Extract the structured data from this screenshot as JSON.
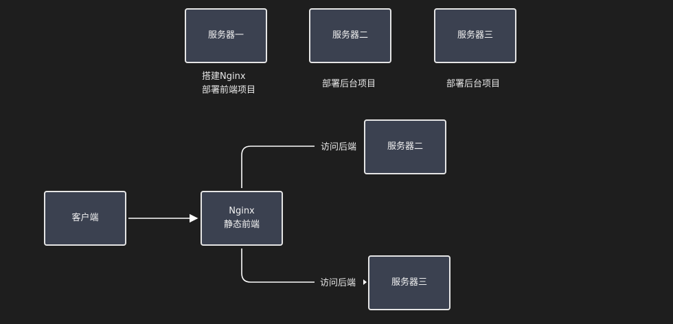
{
  "top_row": {
    "server1": {
      "title": "服务器一",
      "note_line1": "搭建Nginx",
      "note_line2": "部署前端项目"
    },
    "server2": {
      "title": "服务器二",
      "note": "部署后台项目"
    },
    "server3": {
      "title": "服务器三",
      "note": "部署后台项目"
    }
  },
  "flow": {
    "client": {
      "title": "客户端"
    },
    "nginx": {
      "title_line1": "Nginx",
      "title_line2": "静态前端"
    },
    "upper_edge_label": "访问后端",
    "lower_edge_label": "访问后端",
    "upper_target": {
      "title": "服务器二"
    },
    "lower_target": {
      "title": "服务器三"
    }
  },
  "colors": {
    "background": "#1e1e1e",
    "node_fill": "#3b4150",
    "node_border": "#e6e6e6",
    "edge": "#ffffff",
    "text": "#f2f2f2"
  }
}
